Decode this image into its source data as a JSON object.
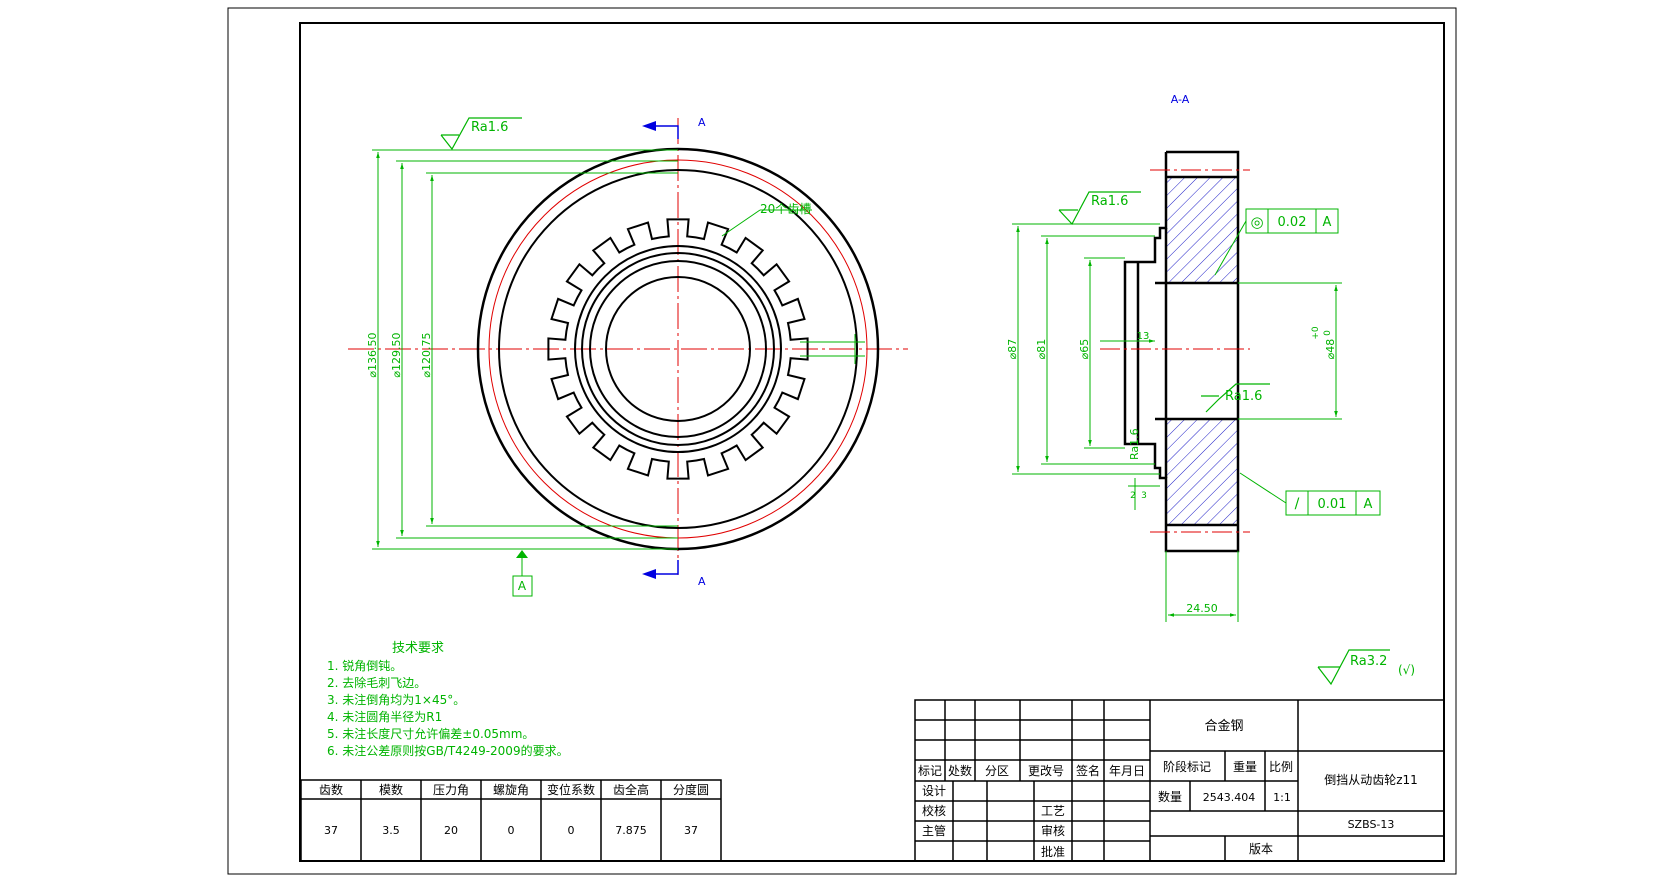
{
  "drawing": {
    "section_label": "A-A",
    "section_arrow_label": "A",
    "datum_label": "A",
    "front_view": {
      "roughness": "Ra1.6",
      "diameters": [
        "⌀136.50",
        "⌀129.50",
        "⌀120.75"
      ],
      "tooth_note": "20个齿槽"
    },
    "section_view": {
      "roughness_top": "Ra1.6",
      "roughness_mid": "Ra1.6",
      "roughness_low": "Ra1.6",
      "diameters": [
        "⌀87",
        "⌀81",
        "⌀65"
      ],
      "bore": "⌀48",
      "bore_tol_upper": "+0",
      "bore_tol_lower": "0",
      "hub_depth": "13",
      "width": "24.50",
      "small_dims": [
        "2",
        "3"
      ],
      "tolerance_1": {
        "symbol": "◎",
        "value": "0.02",
        "datum": "A"
      },
      "tolerance_2": {
        "symbol": "/",
        "value": "0.01",
        "datum": "A"
      }
    },
    "general_roughness": {
      "value": "Ra3.2",
      "suffix": "(√)"
    }
  },
  "tech_requirements": {
    "title": "技术要求",
    "items": [
      "1.  锐角倒钝。",
      "2.  去除毛刺飞边。",
      "3.  未注倒角均为1×45°。",
      "4.  未注圆角半径为R1",
      "5.  未注长度尺寸允许偏差±0.05mm。",
      "6.  未注公差原则按GB/T4249-2009的要求。"
    ]
  },
  "gear_table": {
    "headers": [
      "齿数",
      "模数",
      "压力角",
      "螺旋角",
      "变位系数",
      "齿全高",
      "分度圆"
    ],
    "values": [
      "37",
      "3.5",
      "20",
      "0",
      "0",
      "7.875",
      "37"
    ]
  },
  "title_block": {
    "material": "合金钢",
    "revision_headers": [
      "标记",
      "处数",
      "分区",
      "更改号",
      "签名",
      "年月日"
    ],
    "roles_left": [
      "设计",
      "校核",
      "主管"
    ],
    "roles_mid": [
      "工艺",
      "审核",
      "批准"
    ],
    "stage_label": "阶段标记",
    "weight_label": "重量",
    "scale_label": "比例",
    "quantity_label": "数量",
    "weight_value": "2543.404",
    "scale_value": "1:1",
    "part_name": "倒挡从动齿轮z11",
    "drawing_no": "SZBS-13",
    "version_label": "版本"
  }
}
